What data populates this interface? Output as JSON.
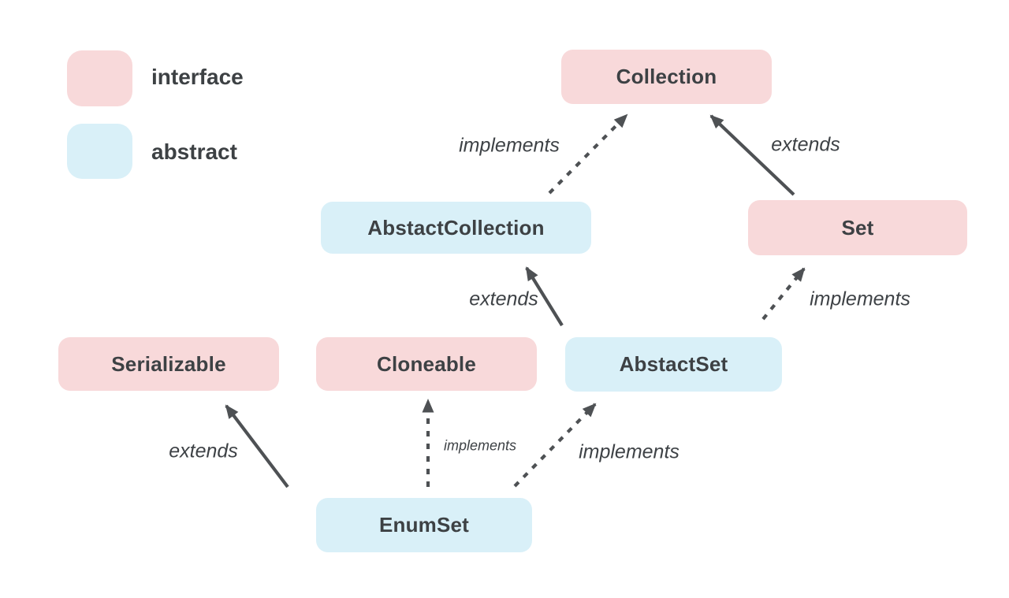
{
  "legend": {
    "items": [
      {
        "id": "interface",
        "label": "interface",
        "color": "#f8d9da"
      },
      {
        "id": "abstract",
        "label": "abstract",
        "color": "#d9f0f8"
      }
    ]
  },
  "colors": {
    "interface_fill": "#f8d9da",
    "abstract_fill": "#d9f0f8",
    "node_text": "#3d4144",
    "arrow": "#4e5154",
    "edge_label_text": "#3e4246",
    "background": "#ffffff"
  },
  "nodes": {
    "collection": {
      "label": "Collection",
      "type": "interface"
    },
    "abstract_collection": {
      "label": "AbstactCollection",
      "type": "abstract"
    },
    "set": {
      "label": "Set",
      "type": "interface"
    },
    "serializable": {
      "label": "Serializable",
      "type": "interface"
    },
    "cloneable": {
      "label": "Cloneable",
      "type": "interface"
    },
    "abstract_set": {
      "label": "AbstactSet",
      "type": "abstract"
    },
    "enum_set": {
      "label": "EnumSet",
      "type": "abstract"
    }
  },
  "edges": {
    "abstractcollection_to_collection": {
      "from": "AbstactCollection",
      "to": "Collection",
      "label": "implements",
      "line": "dashed"
    },
    "set_to_collection": {
      "from": "Set",
      "to": "Collection",
      "label": "extends",
      "line": "solid"
    },
    "abstractset_to_abstractcollection": {
      "from": "AbstactSet",
      "to": "AbstactCollection",
      "label": "extends",
      "line": "solid"
    },
    "abstractset_to_set": {
      "from": "AbstactSet",
      "to": "Set",
      "label": "implements",
      "line": "dashed"
    },
    "enumset_to_serializable": {
      "from": "EnumSet",
      "to": "Serializable",
      "label": "extends",
      "line": "solid"
    },
    "enumset_to_cloneable": {
      "from": "EnumSet",
      "to": "Cloneable",
      "label": "implements",
      "line": "dashed"
    },
    "enumset_to_abstractset": {
      "from": "EnumSet",
      "to": "AbstactSet",
      "label": "implements",
      "line": "dashed"
    }
  }
}
